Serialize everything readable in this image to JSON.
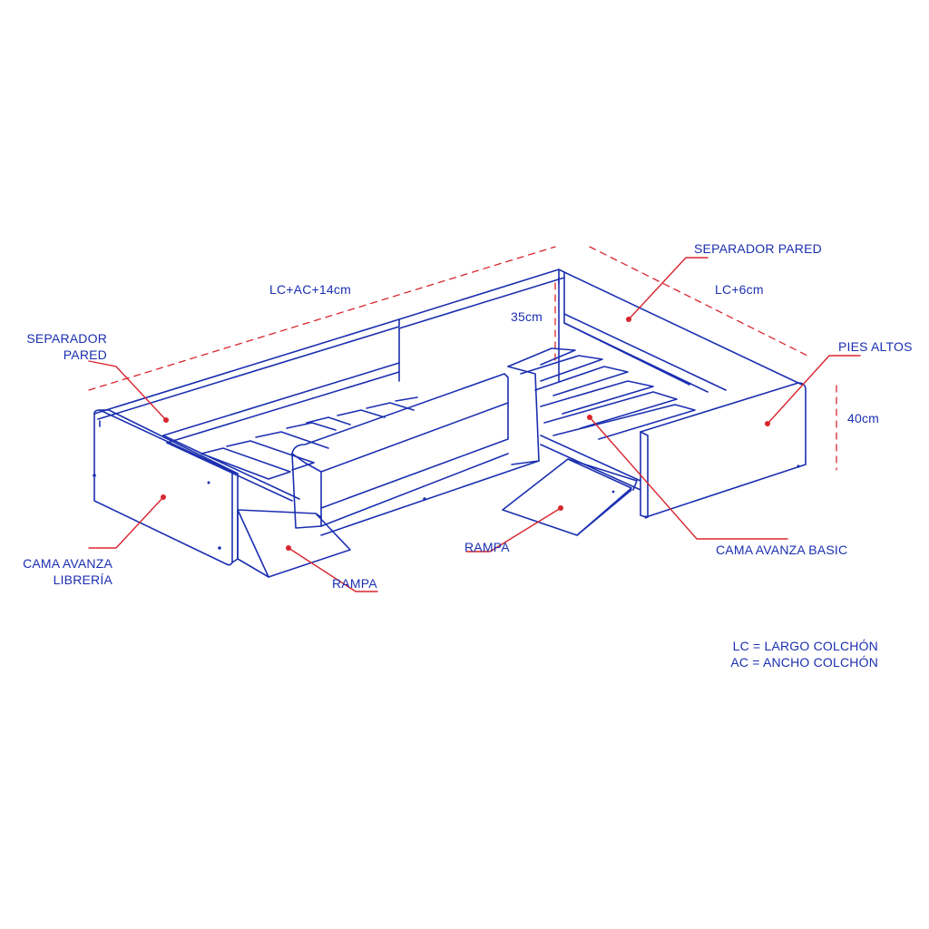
{
  "colors": {
    "ink": "#1b2fb0",
    "callout": "#d8262e",
    "background": "#ffffff"
  },
  "dimensions": {
    "long_side": "LC+AC+14cm",
    "short_side": "LC+6cm",
    "rail_height": "35cm",
    "leg_height": "40cm"
  },
  "labels": {
    "separador_left_line1": "SEPARADOR",
    "separador_left_line2": "PARED",
    "separador_right": "SEPARADOR PARED",
    "pies_altos": "PIES ALTOS",
    "cama_libreria_line1": "CAMA AVANZA",
    "cama_libreria_line2": "LIBRERÍA",
    "rampa_left": "RAMPA",
    "rampa_right": "RAMPA",
    "cama_basic": "CAMA AVANZA BASIC"
  },
  "legend": {
    "lc": "LC = LARGO COLCHÓN",
    "ac": "AC = ANCHO COLCHÓN"
  }
}
